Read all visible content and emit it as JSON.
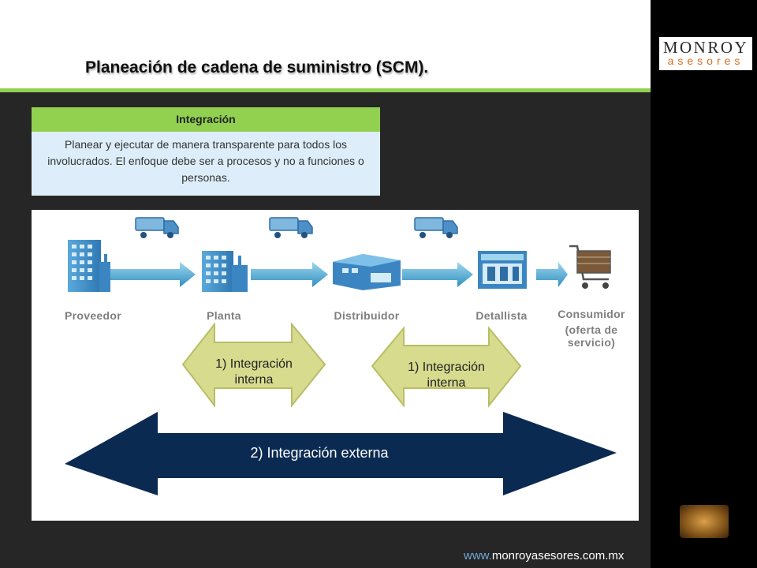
{
  "title": "Planeación de cadena de suministro (SCM).",
  "logo": {
    "line1": "MONROY",
    "line2": "asesores"
  },
  "integration_box": {
    "heading": "Integración",
    "body": "Planear y ejecutar de manera transparente para todos los involucrados. El enfoque debe ser a procesos y no a funciones o personas."
  },
  "diagram": {
    "stages": [
      "Proveedor",
      "Planta",
      "Distribuidor",
      "Detallista",
      "Consumidor"
    ],
    "consumer_note": "(oferta de servicio)",
    "internal_left": "1) Integración interna",
    "internal_right": "1) Integración interna",
    "external": "2) Integración externa"
  },
  "footer": {
    "prefix": "www.",
    "domain": "monroyasesores.com.mx"
  },
  "colors": {
    "accent_green": "#8fd14f",
    "flow_arrow_blue": "#3fa6d3",
    "internal_arrow": "#d6db8e",
    "external_arrow": "#0b2a52",
    "logo_orange": "#e26d1f"
  }
}
